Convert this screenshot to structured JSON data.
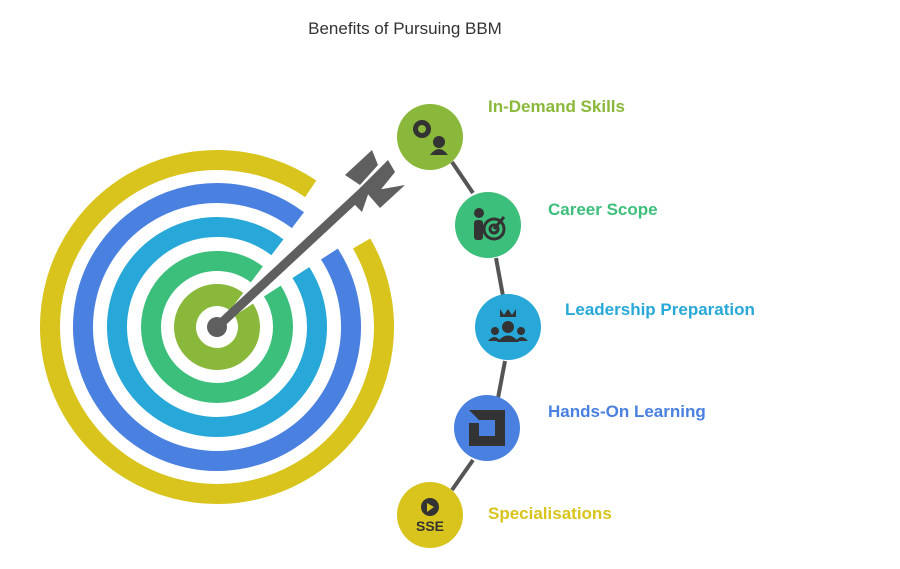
{
  "title": "Benefits of Pursuing BBM",
  "items": [
    {
      "label": "In-Demand Skills",
      "icon": "gears-worker-icon",
      "color": "#8ab83a",
      "text_color": "#8ab83a"
    },
    {
      "label": "Career Scope",
      "icon": "person-target-icon",
      "color": "#3dbf7c",
      "text_color": "#3dbf7c"
    },
    {
      "label": "Leadership Preparation",
      "icon": "crown-team-icon",
      "color": "#28a8d8",
      "text_color": "#28a8d8"
    },
    {
      "label": "Hands-On Learning",
      "icon": "square-bracket-icon",
      "color": "#4a80e0",
      "text_color": "#4a80e0"
    },
    {
      "label": "Specialisations",
      "icon": "sse-badge-icon",
      "color": "#d8c41c",
      "text_color": "#d8c41c",
      "icon_text": "SSE"
    }
  ],
  "ring_colors": [
    "#d8c41c",
    "#4a80e0",
    "#28a8d8",
    "#3dbf7c",
    "#8ab83a"
  ],
  "arrow_color": "#5f5f5f"
}
